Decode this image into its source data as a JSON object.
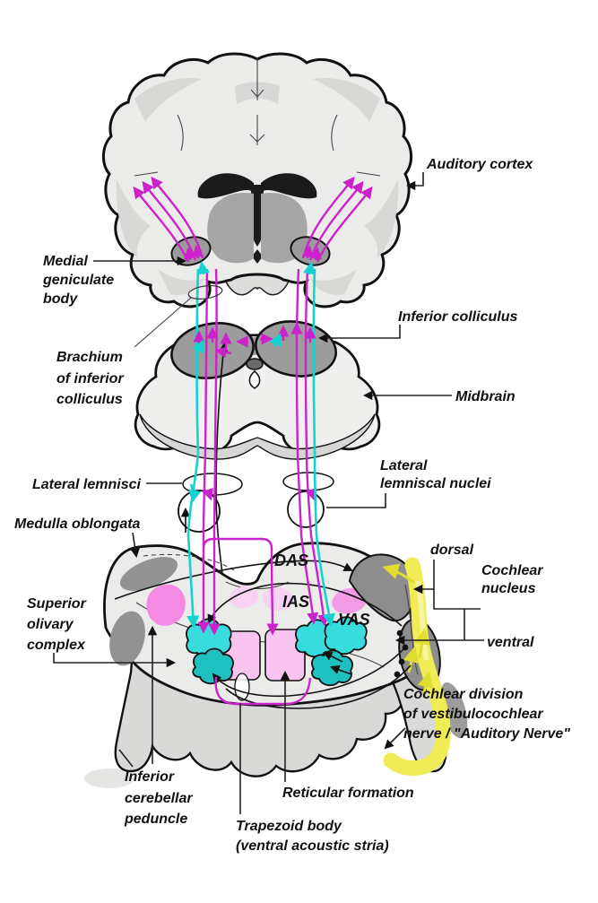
{
  "figure": {
    "labels": {
      "auditory_cortex": "Auditory cortex",
      "medial_geniculate_body": [
        "Medial",
        "geniculate",
        "body"
      ],
      "inferior_colliculus": "Inferior colliculus",
      "brachium_of_inferior_colliculus": [
        "Brachium",
        "of inferior",
        "colliculus"
      ],
      "midbrain": "Midbrain",
      "lateral_lemnisci": "Lateral lemnisci",
      "lateral_lemniscal_nuclei": [
        "Lateral",
        "lemniscal nuclei"
      ],
      "medulla_oblongata": "Medulla oblongata",
      "das": "DAS",
      "ias": "IAS",
      "vas": "VAS",
      "dorsal": "dorsal",
      "cochlear_nucleus": [
        "Cochlear",
        "nucleus"
      ],
      "ventral": "ventral",
      "superior_olivary_complex": [
        "Superior",
        "olivary",
        "complex"
      ],
      "cochlear_division": [
        "Cochlear division",
        "of vestibulocochlear",
        "nerve / \"Auditory Nerve\""
      ],
      "inferior_cerebellar_peduncle": [
        "Inferior",
        "cerebellar",
        "peduncle"
      ],
      "reticular_formation": "Reticular formation",
      "trapezoid_body": [
        "Trapezoid body",
        "(ventral acoustic stria)"
      ]
    },
    "colors": {
      "pathway_magenta": "#cc22cc",
      "pathway_cyan": "#14d2d2",
      "auditory_nerve_yellow": "#efec55",
      "nucleus_dark_gray": "#8d8d8d",
      "superior_olive_pink": "#f58ae4",
      "pale_pink": "#f7d2f3",
      "reticular_pink": "#fac4f1",
      "soc_cyan": "#38dcdc",
      "soc_cyan_dark": "#1fc0c0",
      "brain_fill": "#ebebe9",
      "shade_gray": "#d6d6d4",
      "ventricle_black": "#1a1a1a"
    }
  }
}
